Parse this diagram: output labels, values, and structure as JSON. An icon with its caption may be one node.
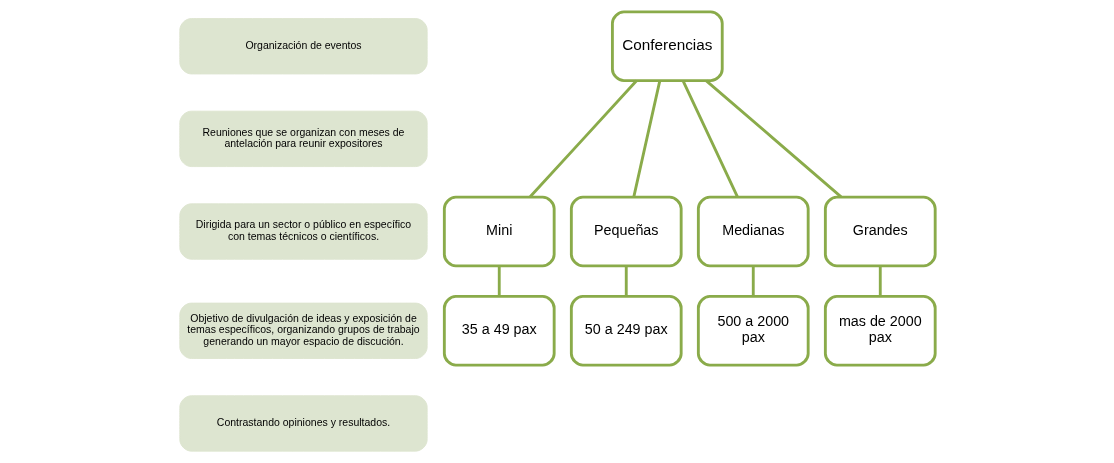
{
  "diagram": {
    "nodes": [
      {
        "text": [
          "Organización de eventos"
        ]
      },
      {
        "text": [
          "Reuniones que se organizan con meses de antelación para reunir expositores"
        ]
      },
      {
        "text": [
          "Dirigida para un sector o público en específico con temas técnicos o científicos."
        ]
      },
      {
        "text": [
          "Objetivo de divulgación de ideas y exposición de temas específicos, organizando grupos de trabajo generando un mayor espacio de discución."
        ]
      },
      {
        "text": [
          "Contrastando opiniones y resultados."
        ]
      },
      {
        "text": [
          "Conferencias"
        ]
      },
      {
        "text": [
          "Mini"
        ]
      },
      {
        "text": [
          "Pequeñas"
        ]
      },
      {
        "text": [
          "Medianas"
        ]
      },
      {
        "text": [
          "Grandes"
        ]
      },
      {
        "text": [
          "35 a 49 pax"
        ]
      },
      {
        "text": [
          "50 a 249 pax"
        ]
      },
      {
        "text": [
          "500 a 2000 pax"
        ]
      },
      {
        "text": [
          "mas de 2000 pax"
        ]
      }
    ],
    "edges": [
      {
        "from": 5,
        "to": 6,
        "arrow": "none"
      },
      {
        "from": 5,
        "to": 7,
        "arrow": "none"
      },
      {
        "from": 5,
        "to": 8,
        "arrow": "none"
      },
      {
        "from": 5,
        "to": 9,
        "arrow": "none"
      },
      {
        "from": 6,
        "to": 10,
        "arrow": "none"
      },
      {
        "from": 7,
        "to": 11,
        "arrow": "none"
      },
      {
        "from": 8,
        "to": 12,
        "arrow": "none"
      },
      {
        "from": 9,
        "to": 13,
        "arrow": "none"
      }
    ]
  }
}
